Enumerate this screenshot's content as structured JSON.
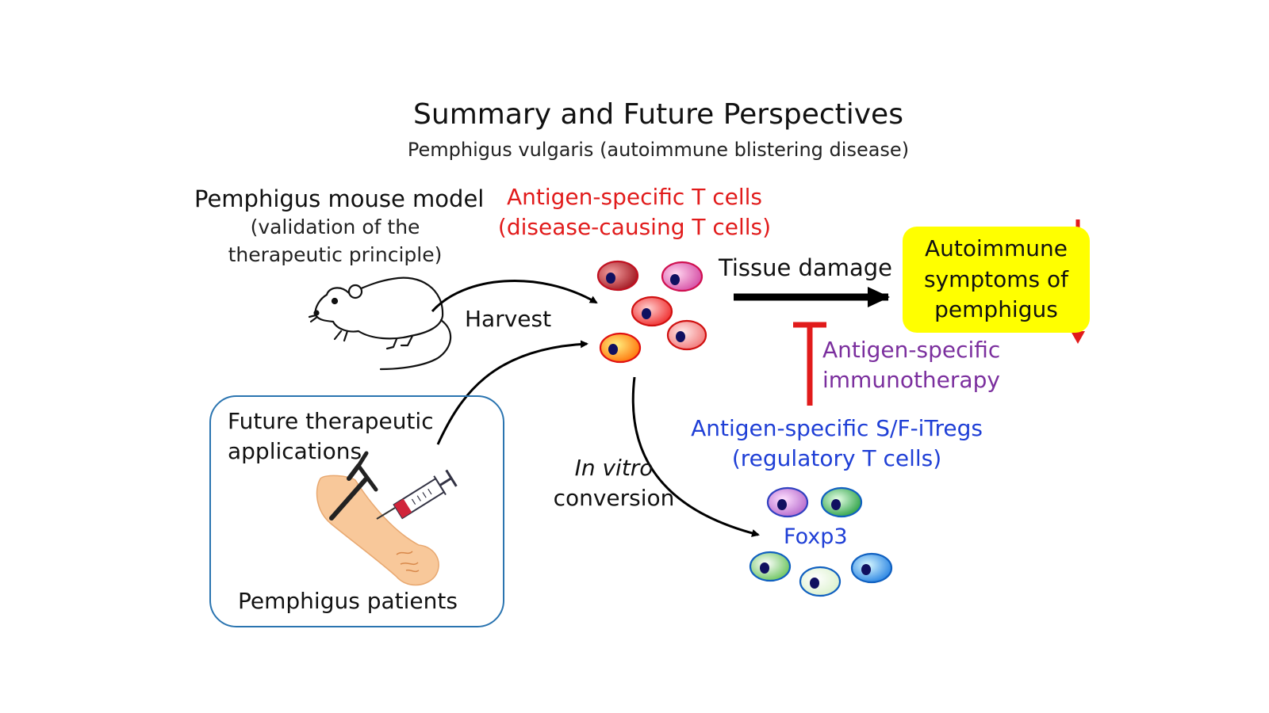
{
  "title": "Summary and Future Perspectives",
  "subtitle": "Pemphigus vulgaris (autoimmune blistering disease)",
  "mouse_model": {
    "title": "Pemphigus mouse model",
    "subtitle": "(validation of the therapeutic principle)"
  },
  "pathogenic_cells": {
    "line1": "Antigen-specific T cells",
    "line2": "(disease-causing T cells)"
  },
  "harvest": "Harvest",
  "tissue_damage": "Tissue damage",
  "autoimmune_box": {
    "line1": "Autoimmune",
    "line2": "symptoms of",
    "line3": "pemphigus"
  },
  "immunotherapy": {
    "line1": "Antigen-specific",
    "line2": "immunotherapy"
  },
  "itregs": {
    "line1": "Antigen-specific S/F-iTregs",
    "line2": "(regulatory T cells)"
  },
  "in_vitro": {
    "italic": "In vitro",
    "line2": "conversion"
  },
  "foxp3": "Foxp3",
  "future_box": {
    "line1": "Future therapeutic",
    "line2": "applications",
    "patients": "Pemphigus patients"
  },
  "colors": {
    "red": "#e11b1b",
    "blue": "#1f3fd6",
    "purple": "#7b2f9e",
    "highlight_yellow": "#ffff00",
    "box_border": "#2a74b0"
  },
  "icons": [
    "mouse-icon",
    "arm-syringe-icon",
    "t-cell-icon",
    "inhibition-icon",
    "decrease-arrow-icon"
  ]
}
